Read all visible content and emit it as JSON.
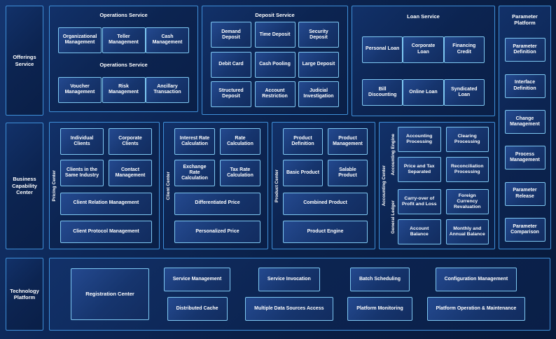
{
  "left_rail": {
    "offerings_label": "Offerings Service",
    "business_label": "Business Capability Center",
    "technology_label": "Technology Platform"
  },
  "operations": {
    "title": "Operations Service",
    "mid_label": "Operations Service",
    "row1": [
      "Organizational Management",
      "Teller Management",
      "Cash Management"
    ],
    "row2": [
      "Voucher Management",
      "Risk Management",
      "Ancillary Transaction"
    ]
  },
  "deposit": {
    "title": "Deposit Service",
    "row1": [
      "Demand Deposit",
      "Time Deposit",
      "Security Deposit"
    ],
    "row2": [
      "Debit Card",
      "Cash Pooling",
      "Large Deposit"
    ],
    "row3": [
      "Structured Deposit",
      "Account Restriction",
      "Judicial Investigation"
    ]
  },
  "loan": {
    "title": "Loan Service",
    "row1": [
      "Personal Loan",
      "Corporate Loan",
      "Financing Credit"
    ],
    "row2": [
      "Bill Discounting",
      "Online Loan",
      "Syndicated Loan"
    ]
  },
  "parameter_platform": {
    "title": "Parameter Platform",
    "boxes": [
      "Parameter Definition",
      "Interface Definition",
      "Change Management",
      "Process Management",
      "Parameter Release",
      "Parameter Comparison"
    ]
  },
  "pricing_center": {
    "label": "Pricing Center",
    "grid": [
      "Individual Clients",
      "Corporate Clients",
      "Clients in the Same Industry",
      "Contact Management"
    ],
    "wide": [
      "Client Relation Management",
      "Client Protocol Management"
    ]
  },
  "client_center": {
    "label": "Client Center",
    "grid": [
      "Interest Rate Calculation",
      "Rate Calculation",
      "Exchange Rate Calculation",
      "Tax Rate Calculation"
    ],
    "wide": [
      "Differentiated Price",
      "Personalized Price"
    ]
  },
  "product_center": {
    "label": "Product Center",
    "grid": [
      "Product Definition",
      "Product Management",
      "Basic Product",
      "Salable Product"
    ],
    "wide": [
      "Combined Product",
      "Product Engine"
    ]
  },
  "accounting_center": {
    "label": "Accounting Center",
    "engine": {
      "label": "Accounting Engine",
      "grid": [
        "Accounting Processing",
        "Clearing Processing",
        "Price and Tax Separated",
        "Reconciliation Processing"
      ]
    },
    "ledger": {
      "label": "General Ledger",
      "grid": [
        "Carry-over of Profit and Loss",
        "Foreign Currency Revaluation",
        "Account Balance",
        "Monthly and Annual Balance"
      ]
    }
  },
  "technology": {
    "registration": "Registration Center",
    "col1": [
      "Service Management",
      "Distributed Cache"
    ],
    "col2": [
      "Service Invocation",
      "Multiple Data Sources Access"
    ],
    "col3": [
      "Batch Scheduling",
      "Platform Monitoring"
    ],
    "col4": [
      "Configuration Management",
      "Platform Operation & Maintenance"
    ]
  },
  "colors": {
    "page_background": "#0a2048",
    "panel_border": "#3f90d9",
    "box_border": "#7ec8f2",
    "box_fill": "#16356e",
    "text": "#ffffff"
  }
}
